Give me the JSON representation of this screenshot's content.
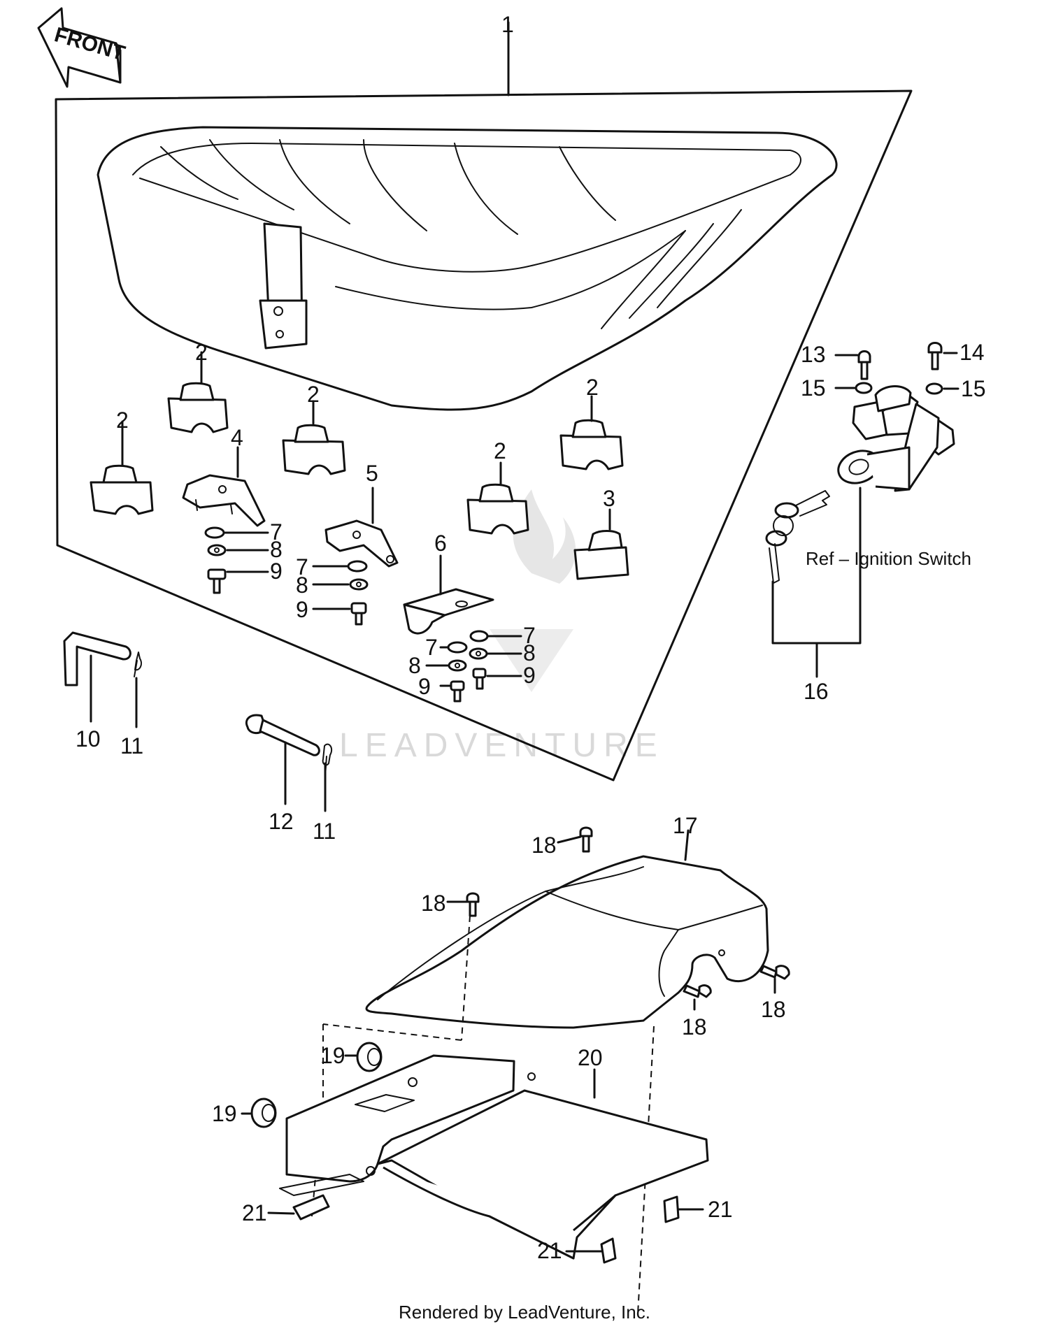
{
  "orientation_label": "FRONT",
  "watermark": "LEADVENTURE",
  "reference_note": "Ref – Ignition Switch",
  "footer": "Rendered by LeadVenture, Inc.",
  "callouts": {
    "c1": "1",
    "c2a": "2",
    "c2b": "2",
    "c2c": "2",
    "c2d": "2",
    "c2e": "2",
    "c3": "3",
    "c4": "4",
    "c5": "5",
    "c6": "6",
    "c7a": "7",
    "c7b": "7",
    "c7c": "7",
    "c7d": "7",
    "c8a": "8",
    "c8b": "8",
    "c8c": "8",
    "c8d": "8",
    "c9a": "9",
    "c9b": "9",
    "c9c": "9",
    "c9d": "9",
    "c10": "10",
    "c11a": "11",
    "c11b": "11",
    "c12": "12",
    "c13": "13",
    "c14": "14",
    "c15a": "15",
    "c15b": "15",
    "c16": "16",
    "c17": "17",
    "c18a": "18",
    "c18b": "18",
    "c18c": "18",
    "c18d": "18",
    "c19a": "19",
    "c19b": "19",
    "c20": "20",
    "c21a": "21",
    "c21b": "21",
    "c21c": "21"
  }
}
